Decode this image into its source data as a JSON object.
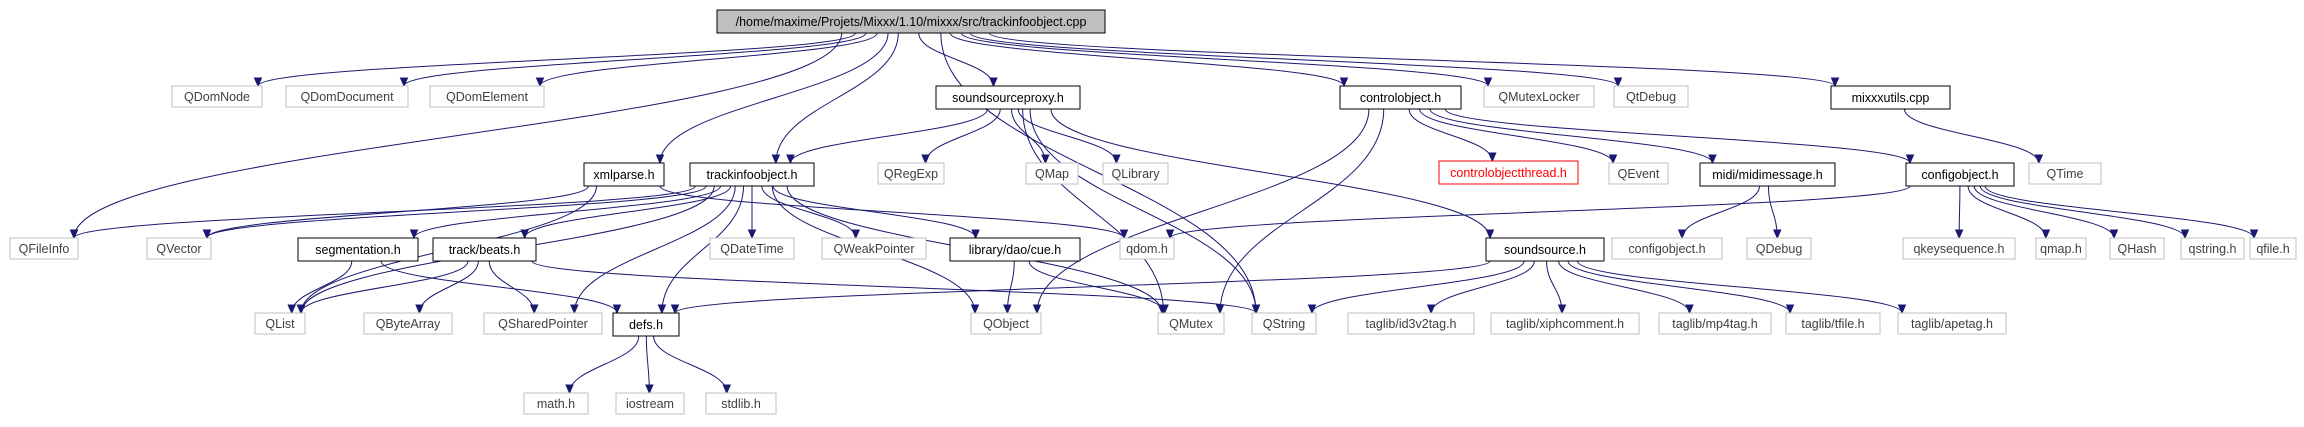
{
  "graph": {
    "root": "root",
    "styles": {
      "root": {
        "fill": "#bfbfbf",
        "stroke": "#000000",
        "text": "#000000"
      },
      "local": {
        "fill": "#ffffff",
        "stroke": "#000000",
        "text": "#000000"
      },
      "external": {
        "fill": "#ffffff",
        "stroke": "#bfbfbf",
        "text": "#404040"
      },
      "missing": {
        "fill": "#ffffff",
        "stroke": "#ff0000",
        "text": "#ff0000"
      },
      "edge": "#191970"
    },
    "nodes": [
      {
        "id": "root",
        "label": "/home/maxime/Projets/Mixxx/1.10/mixxx/src/trackinfoobject.cpp",
        "kind": "root"
      },
      {
        "id": "qdomnode",
        "label": "QDomNode",
        "kind": "external"
      },
      {
        "id": "qdomdocument",
        "label": "QDomDocument",
        "kind": "external"
      },
      {
        "id": "qdomelement",
        "label": "QDomElement",
        "kind": "external"
      },
      {
        "id": "soundsourceproxy",
        "label": "soundsourceproxy.h",
        "kind": "local"
      },
      {
        "id": "controlobject",
        "label": "controlobject.h",
        "kind": "local"
      },
      {
        "id": "qmutexlocker",
        "label": "QMutexLocker",
        "kind": "external"
      },
      {
        "id": "qtdebug",
        "label": "QtDebug",
        "kind": "external"
      },
      {
        "id": "mixxxutils",
        "label": "mixxxutils.cpp",
        "kind": "local"
      },
      {
        "id": "xmlparse",
        "label": "xmlparse.h",
        "kind": "local"
      },
      {
        "id": "trackinfoobject",
        "label": "trackinfoobject.h",
        "kind": "local"
      },
      {
        "id": "qregexp",
        "label": "QRegExp",
        "kind": "external"
      },
      {
        "id": "qmap",
        "label": "QMap",
        "kind": "external"
      },
      {
        "id": "qlibrary",
        "label": "QLibrary",
        "kind": "external"
      },
      {
        "id": "controlobjectthread",
        "label": "controlobjectthread.h",
        "kind": "missing"
      },
      {
        "id": "qevent",
        "label": "QEvent",
        "kind": "external"
      },
      {
        "id": "midimessage",
        "label": "midi/midimessage.h",
        "kind": "local"
      },
      {
        "id": "configobject",
        "label": "configobject.h",
        "kind": "local"
      },
      {
        "id": "qtime",
        "label": "QTime",
        "kind": "external"
      },
      {
        "id": "qfileinfo",
        "label": "QFileInfo",
        "kind": "external"
      },
      {
        "id": "qvector",
        "label": "QVector",
        "kind": "external"
      },
      {
        "id": "segmentation",
        "label": "segmentation.h",
        "kind": "local"
      },
      {
        "id": "trackbeats",
        "label": "track/beats.h",
        "kind": "local"
      },
      {
        "id": "qdatetime",
        "label": "QDateTime",
        "kind": "external"
      },
      {
        "id": "qweakpointer",
        "label": "QWeakPointer",
        "kind": "external"
      },
      {
        "id": "cue",
        "label": "library/dao/cue.h",
        "kind": "local"
      },
      {
        "id": "qdom",
        "label": "qdom.h",
        "kind": "external"
      },
      {
        "id": "soundsource",
        "label": "soundsource.h",
        "kind": "local"
      },
      {
        "id": "configobject2",
        "label": "configobject.h",
        "kind": "external"
      },
      {
        "id": "qdebug",
        "label": "QDebug",
        "kind": "external"
      },
      {
        "id": "qkeysequence",
        "label": "qkeysequence.h",
        "kind": "external"
      },
      {
        "id": "qmaph",
        "label": "qmap.h",
        "kind": "external"
      },
      {
        "id": "qhash",
        "label": "QHash",
        "kind": "external"
      },
      {
        "id": "qstringh",
        "label": "qstring.h",
        "kind": "external"
      },
      {
        "id": "qfileh",
        "label": "qfile.h",
        "kind": "external"
      },
      {
        "id": "qlist",
        "label": "QList",
        "kind": "external"
      },
      {
        "id": "qbytearray",
        "label": "QByteArray",
        "kind": "external"
      },
      {
        "id": "qsharedpointer",
        "label": "QSharedPointer",
        "kind": "external"
      },
      {
        "id": "defs",
        "label": "defs.h",
        "kind": "local"
      },
      {
        "id": "qobject",
        "label": "QObject",
        "kind": "external"
      },
      {
        "id": "qmutex",
        "label": "QMutex",
        "kind": "external"
      },
      {
        "id": "qstring",
        "label": "QString",
        "kind": "external"
      },
      {
        "id": "id3v2tag",
        "label": "taglib/id3v2tag.h",
        "kind": "external"
      },
      {
        "id": "xiphcomment",
        "label": "taglib/xiphcomment.h",
        "kind": "external"
      },
      {
        "id": "mp4tag",
        "label": "taglib/mp4tag.h",
        "kind": "external"
      },
      {
        "id": "tfile",
        "label": "taglib/tfile.h",
        "kind": "external"
      },
      {
        "id": "apetag",
        "label": "taglib/apetag.h",
        "kind": "external"
      },
      {
        "id": "mathh",
        "label": "math.h",
        "kind": "external"
      },
      {
        "id": "iostream",
        "label": "iostream",
        "kind": "external"
      },
      {
        "id": "stdlibh",
        "label": "stdlib.h",
        "kind": "external"
      }
    ],
    "edges": [
      [
        "root",
        "qdomnode"
      ],
      [
        "root",
        "qdomdocument"
      ],
      [
        "root",
        "qdomelement"
      ],
      [
        "root",
        "soundsourceproxy"
      ],
      [
        "root",
        "controlobject"
      ],
      [
        "root",
        "qmutexlocker"
      ],
      [
        "root",
        "qtdebug"
      ],
      [
        "root",
        "mixxxutils"
      ],
      [
        "root",
        "xmlparse"
      ],
      [
        "root",
        "trackinfoobject"
      ],
      [
        "root",
        "qfileinfo"
      ],
      [
        "root",
        "qstring"
      ],
      [
        "soundsourceproxy",
        "trackinfoobject"
      ],
      [
        "soundsourceproxy",
        "qregexp"
      ],
      [
        "soundsourceproxy",
        "qmap"
      ],
      [
        "soundsourceproxy",
        "qlibrary"
      ],
      [
        "soundsourceproxy",
        "soundsource"
      ],
      [
        "soundsourceproxy",
        "qmutex"
      ],
      [
        "soundsourceproxy",
        "qstring"
      ],
      [
        "controlobject",
        "controlobjectthread"
      ],
      [
        "controlobject",
        "qevent"
      ],
      [
        "controlobject",
        "midimessage"
      ],
      [
        "controlobject",
        "configobject"
      ],
      [
        "controlobject",
        "qobject"
      ],
      [
        "controlobject",
        "qmutex"
      ],
      [
        "mixxxutils",
        "qtime"
      ],
      [
        "xmlparse",
        "qvector"
      ],
      [
        "xmlparse",
        "qlist"
      ],
      [
        "xmlparse",
        "qdom"
      ],
      [
        "trackinfoobject",
        "qfileinfo"
      ],
      [
        "trackinfoobject",
        "qvector"
      ],
      [
        "trackinfoobject",
        "segmentation"
      ],
      [
        "trackinfoobject",
        "trackbeats"
      ],
      [
        "trackinfoobject",
        "qdatetime"
      ],
      [
        "trackinfoobject",
        "qweakpointer"
      ],
      [
        "trackinfoobject",
        "cue"
      ],
      [
        "trackinfoobject",
        "qlist"
      ],
      [
        "trackinfoobject",
        "qsharedpointer"
      ],
      [
        "trackinfoobject",
        "defs"
      ],
      [
        "trackinfoobject",
        "qobject"
      ],
      [
        "trackinfoobject",
        "qmutex"
      ],
      [
        "midimessage",
        "configobject2"
      ],
      [
        "midimessage",
        "qdebug"
      ],
      [
        "configobject",
        "qdom"
      ],
      [
        "configobject",
        "qkeysequence"
      ],
      [
        "configobject",
        "qmaph"
      ],
      [
        "configobject",
        "qhash"
      ],
      [
        "configobject",
        "qstringh"
      ],
      [
        "configobject",
        "qfileh"
      ],
      [
        "segmentation",
        "qlist"
      ],
      [
        "segmentation",
        "defs"
      ],
      [
        "trackbeats",
        "qlist"
      ],
      [
        "trackbeats",
        "qbytearray"
      ],
      [
        "trackbeats",
        "qsharedpointer"
      ],
      [
        "trackbeats",
        "qstring"
      ],
      [
        "cue",
        "qobject"
      ],
      [
        "cue",
        "qmutex"
      ],
      [
        "soundsource",
        "defs"
      ],
      [
        "soundsource",
        "qstring"
      ],
      [
        "soundsource",
        "id3v2tag"
      ],
      [
        "soundsource",
        "xiphcomment"
      ],
      [
        "soundsource",
        "mp4tag"
      ],
      [
        "soundsource",
        "tfile"
      ],
      [
        "soundsource",
        "apetag"
      ],
      [
        "defs",
        "mathh"
      ],
      [
        "defs",
        "iostream"
      ],
      [
        "defs",
        "stdlibh"
      ]
    ]
  }
}
